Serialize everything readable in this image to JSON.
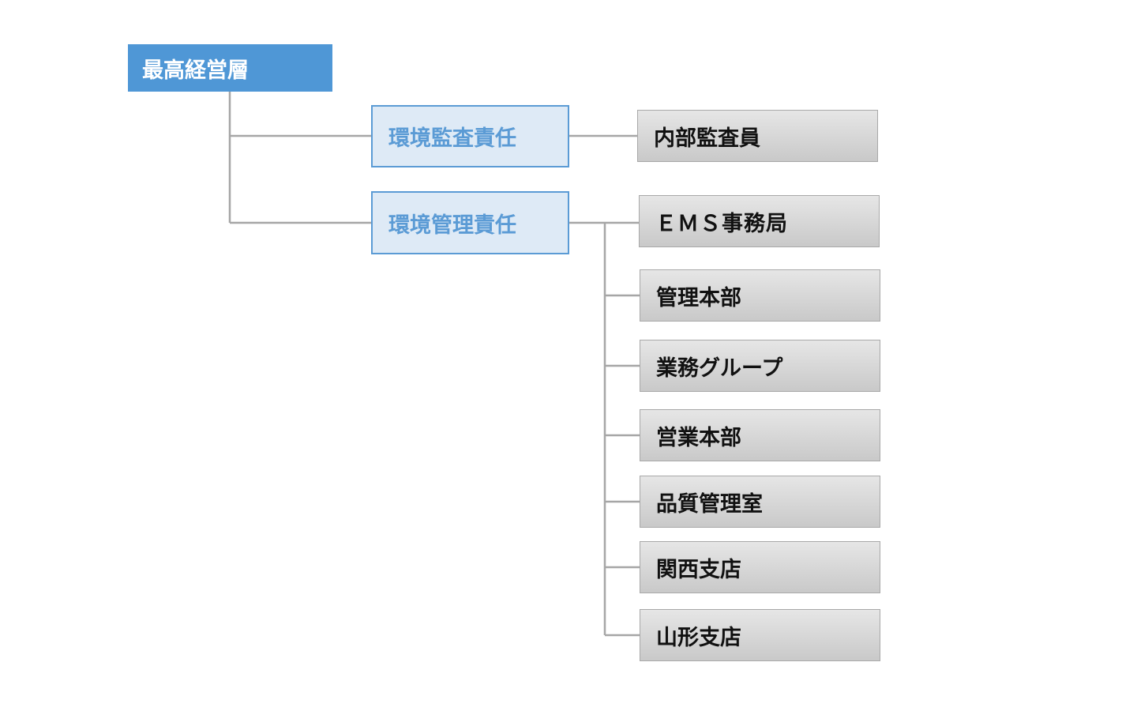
{
  "top": {
    "label": "最高経営層"
  },
  "managers": [
    {
      "label": "環境監査責任"
    },
    {
      "label": "環境管理責任"
    }
  ],
  "audit_units": [
    {
      "label": "内部監査員"
    }
  ],
  "management_units": [
    {
      "label": "ＥＭＳ事務局"
    },
    {
      "label": "管理本部"
    },
    {
      "label": "業務グループ"
    },
    {
      "label": "営業本部"
    },
    {
      "label": "品質管理室"
    },
    {
      "label": "関西支店"
    },
    {
      "label": "山形支店"
    }
  ],
  "colors": {
    "top_fill": "#4f97d6",
    "manager_fill": "#deeaf6",
    "manager_border": "#5b9bd5",
    "leaf_fill": "#d9d9d9",
    "connector": "#a6a6a6"
  }
}
